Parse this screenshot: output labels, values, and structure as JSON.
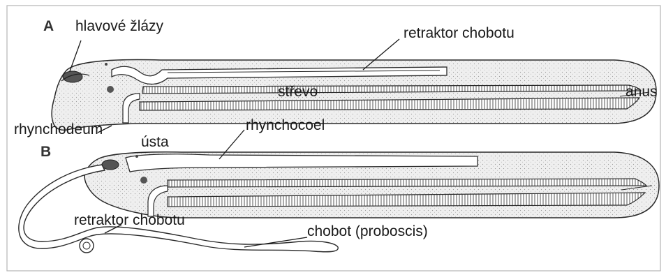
{
  "panels": {
    "a": "A",
    "b": "B"
  },
  "labels": {
    "head_glands": "hlavové žlázy",
    "retractor_a": "retraktor chobotu",
    "intestine": "střevo",
    "anus": "anus",
    "rhynchodeum": "rhynchodeum",
    "mouth": "ústa",
    "rhynchocoel": "rhynchocoel",
    "retractor_b": "retraktor chobotu",
    "proboscis": "chobot (proboscis)"
  },
  "colors": {
    "body_fill": "#e9e9e9",
    "line": "#2a2a2a",
    "background": "#ffffff"
  }
}
